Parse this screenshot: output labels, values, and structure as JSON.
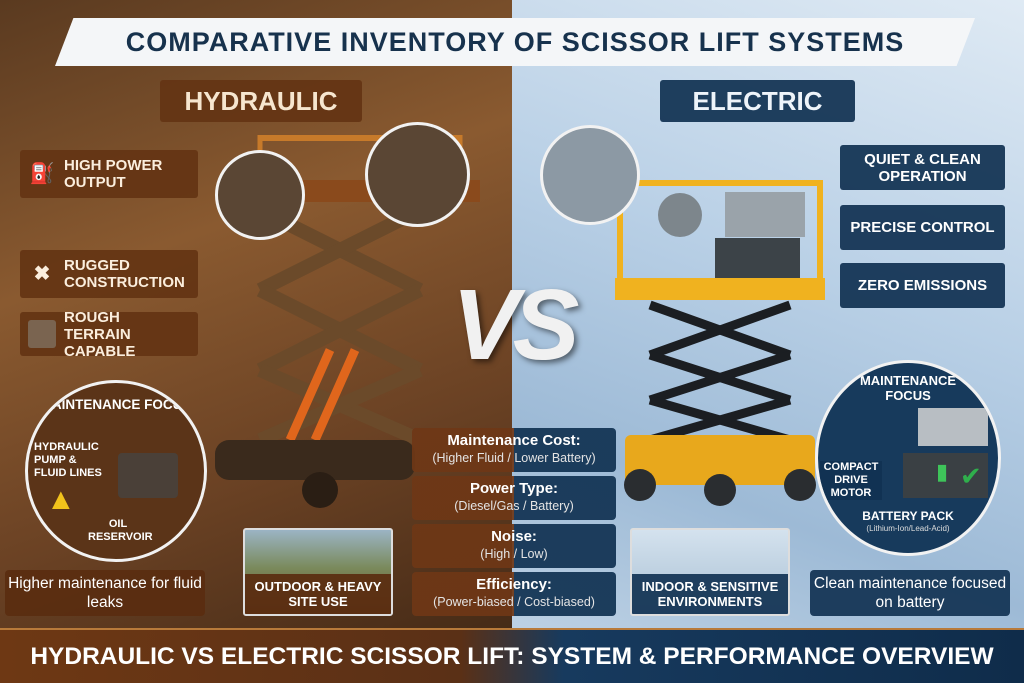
{
  "title": "COMPARATIVE INVENTORY OF SCISSOR LIFT SYSTEMS",
  "colors": {
    "hydraulic": "#6e3814",
    "electric": "#113252",
    "title_text": "#17324d",
    "lift_yellow": "#f0b21f"
  },
  "hydraulic": {
    "label": "HYDRAULIC",
    "features": [
      {
        "icon": "oil-can-icon",
        "text": "HIGH POWER OUTPUT"
      },
      {
        "icon": "wrench-screwdriver-icon",
        "text": "RUGGED CONSTRUCTION"
      },
      {
        "icon": "terrain-icon",
        "text": "ROUGH TERRAIN CAPABLE"
      }
    ],
    "maintenance": {
      "title": "MAINTENANCE FOCUS",
      "callout1": "HYDRAULIC PUMP & FLUID LINES",
      "callout2": "OIL RESERVOIR"
    },
    "note": "Higher maintenance for fluid leaks",
    "use": "OUTDOOR & HEAVY SITE USE"
  },
  "electric": {
    "label": "ELECTRIC",
    "features": [
      {
        "text": "QUIET & CLEAN OPERATION"
      },
      {
        "text": "PRECISE CONTROL"
      },
      {
        "text": "ZERO EMISSIONS"
      }
    ],
    "maintenance": {
      "title": "MAINTENANCE FOCUS",
      "callout1": "COMPACT DRIVE MOTOR",
      "callout2": "BATTERY PACK",
      "callout2_sub": "(Lithium-Ion/Lead-Acid)"
    },
    "note": "Clean maintenance focused on battery",
    "use": "INDOOR & SENSITIVE ENVIRONMENTS"
  },
  "vs": "VS",
  "comparison": [
    {
      "label": "Maintenance Cost:",
      "value": "(Higher Fluid / Lower Battery)"
    },
    {
      "label": "Power Type:",
      "value": "(Diesel/Gas / Battery)"
    },
    {
      "label": "Noise:",
      "value": "(High / Low)"
    },
    {
      "label": "Efficiency:",
      "value": "(Power-biased / Cost-biased)"
    }
  ],
  "footer": "HYDRAULIC VS ELECTRIC SCISSOR LIFT: SYSTEM & PERFORMANCE OVERVIEW"
}
